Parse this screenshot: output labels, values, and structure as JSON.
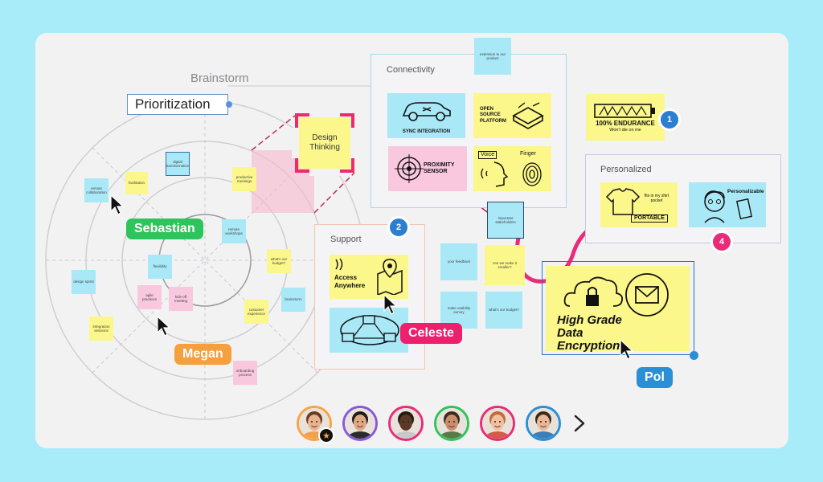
{
  "colors": {
    "page_bg": "#a9ecf9",
    "board_bg": "#f2f2f3",
    "sticky_yellow": "#fbf78a",
    "sticky_blue": "#a9e8f7",
    "sticky_pink": "#f9c7de",
    "accent_blue": "#2d7fe0",
    "accent_pink": "#e92c79"
  },
  "brainstorm": {
    "title": "Brainstorm",
    "prioritization_label": "Prioritization",
    "notes": [
      "remote collaboration",
      "facilitation",
      "digital transformation",
      "productive meetings",
      "remote workshops",
      "flexibility",
      "what's our budget?",
      "design sprint",
      "agile practices",
      "kick-off meeting",
      "customer experience",
      "brainstorm",
      "integration sessions",
      "onboarding process"
    ]
  },
  "design_thinking": {
    "label": "Design Thinking"
  },
  "connectivity": {
    "title": "Connectivity",
    "extension_note": "extension to our product",
    "important_note": "important stakeholders",
    "sketches": {
      "sync": "SYNC INTEGRATION",
      "open_source": "OPEN SOURCE PLATFORM",
      "proximity": "PROXIMITY SENSOR",
      "voice": "Voice",
      "finger": "Finger"
    }
  },
  "endurance": {
    "text": "100% ENDURANCE",
    "subtext": "Won't die on me",
    "badge": "1"
  },
  "personalized": {
    "title": "Personalized",
    "tag": "PORTABLE",
    "fits_text": "fits in my shirt pocket",
    "personalizable": "Personalizable",
    "badge": "4"
  },
  "support": {
    "title": "Support",
    "access_anywhere": "Access Anywhere",
    "badge": "2"
  },
  "middle_notes": [
    "your feedback",
    "can we make it smaller?",
    "make usability survey",
    "what's our budget?"
  ],
  "data_encryption": {
    "text": "High Grade Data Encryption"
  },
  "cursors": {
    "sebastian": {
      "name": "Sebastian",
      "color": "#2ec45c"
    },
    "megan": {
      "name": "Megan",
      "color": "#f59f3f"
    },
    "celeste": {
      "name": "Celeste",
      "color": "#ee1f6d"
    },
    "pol": {
      "name": "Pol",
      "color": "#2a8fd6"
    }
  },
  "participants": {
    "avatars": [
      {
        "ring": "#f6a447",
        "skin": "#e8b48f",
        "hair": "#6a3b22",
        "shirt": "#f0a04e",
        "host": true
      },
      {
        "ring": "#8b58d8",
        "skin": "#e0a882",
        "hair": "#1e1a18",
        "shirt": "#2b2b2b",
        "host": false
      },
      {
        "ring": "#e92c79",
        "skin": "#5a3a26",
        "hair": "#2a1b12",
        "shirt": "#c9c9c9",
        "host": false
      },
      {
        "ring": "#2ec45c",
        "skin": "#c98f6c",
        "hair": "#3b2a1f",
        "shirt": "#5a7a4a",
        "host": false
      },
      {
        "ring": "#e92c79",
        "skin": "#f0c2a2",
        "hair": "#c26a3a",
        "shirt": "#d45a4a",
        "host": false
      },
      {
        "ring": "#2a8fd6",
        "skin": "#e8b898",
        "hair": "#3a2a1e",
        "shirt": "#3d7fb5",
        "host": false
      }
    ],
    "more_icon": "chevron-right-icon"
  }
}
